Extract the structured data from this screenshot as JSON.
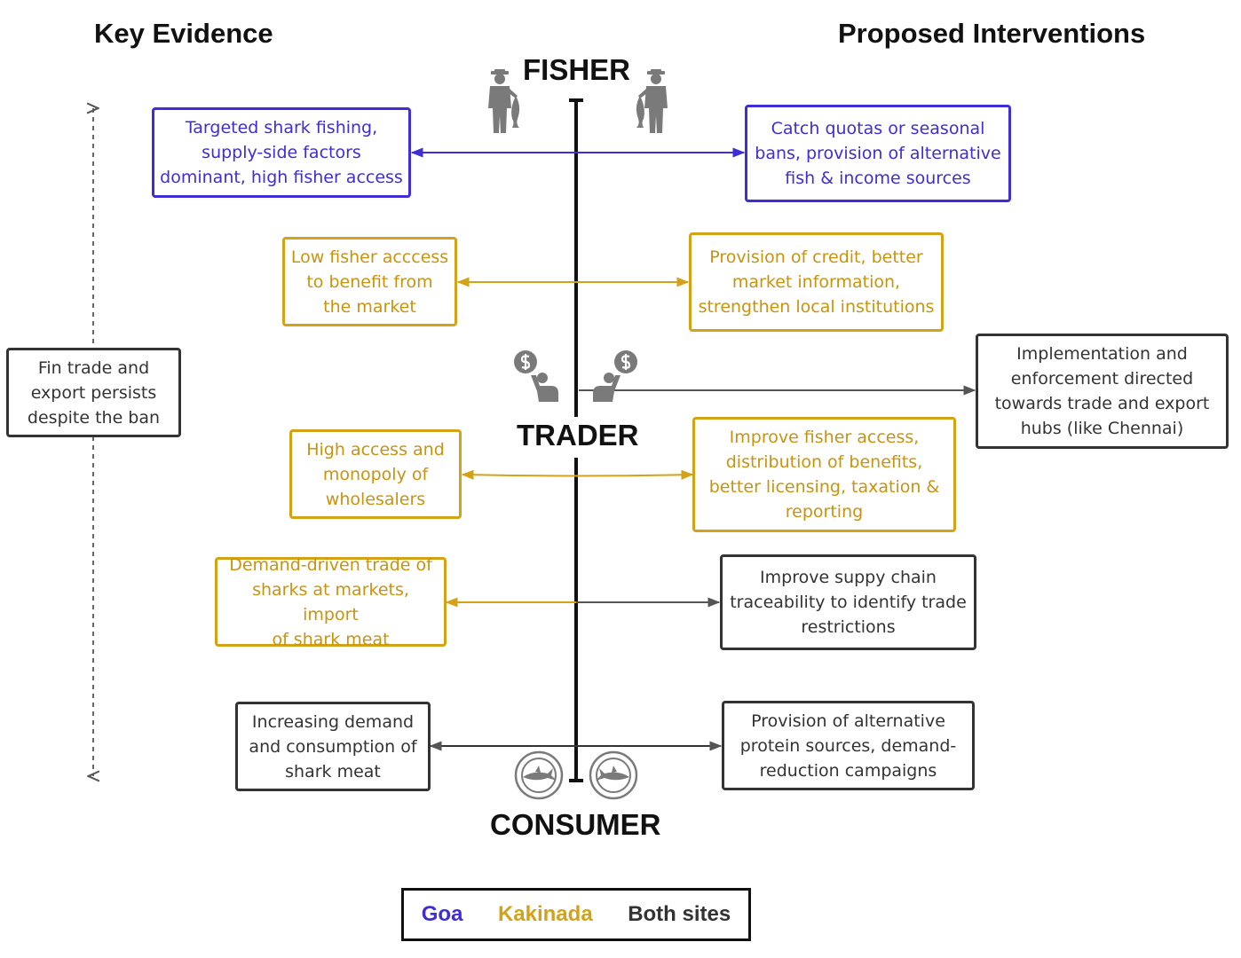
{
  "headings": {
    "left": "Key Evidence",
    "right": "Proposed Interventions"
  },
  "stages": {
    "fisher": "FISHER",
    "trader": "TRADER",
    "consumer": "CONSUMER"
  },
  "evidence": {
    "fisher_goa": [
      "Targeted shark fishing,",
      "supply-side factors",
      "dominant, high fisher access"
    ],
    "fisher_kakinada": [
      "Low fisher acccess",
      "to benefit from",
      "the market"
    ],
    "side_both": [
      "Fin trade and",
      "export persists",
      "despite the ban"
    ],
    "trader_kakinada": [
      "High access and",
      "monopoly of",
      "wholesalers"
    ],
    "market_kakinada": [
      "Demand-driven trade of",
      "sharks at markets, import",
      "of shark meat"
    ],
    "consumer_both": [
      "Increasing demand",
      "and consumption of",
      "shark meat"
    ]
  },
  "interventions": {
    "fisher_goa": [
      "Catch quotas or seasonal",
      "bans, provision of alternative",
      "fish & income sources"
    ],
    "fisher_kakinada": [
      "Provision of credit, better",
      "market information,",
      "strengthen local institutions"
    ],
    "trader_both": [
      "Implementation and",
      "enforcement directed",
      "towards trade and export",
      "hubs (like Chennai)"
    ],
    "trader_kakinada": [
      "Improve fisher access,",
      "distribution of benefits,",
      "better licensing, taxation &",
      "reporting"
    ],
    "market_both": [
      "Improve suppy chain",
      "traceability to identify trade",
      "restrictions"
    ],
    "consumer_both": [
      "Provision of alternative",
      "protein sources, demand-",
      "reduction campaigns"
    ]
  },
  "legend": {
    "goa": "Goa",
    "kakinada": "Kakinada",
    "both": "Both sites"
  },
  "colors": {
    "goa": "#3f2ed6",
    "kakinada": "#d4a216",
    "both": "#333333",
    "icon": "#7a7a7a"
  },
  "icons": {
    "fisher": "fisher-holding-fish-icon",
    "trader": "trader-with-dollar-icon",
    "consumer": "shark-plate-icon"
  }
}
